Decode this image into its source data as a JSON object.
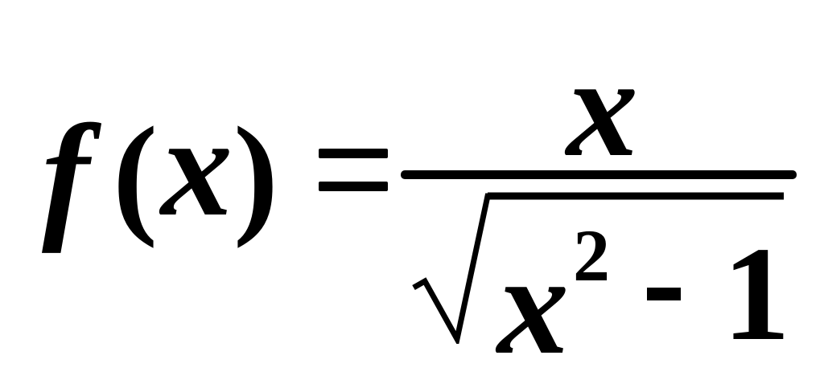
{
  "formula": {
    "function_name": "f",
    "open_paren": "(",
    "argument": "x",
    "close_paren": ")",
    "numerator": "x",
    "denominator_variable": "x",
    "exponent": "2",
    "constant": "1"
  }
}
